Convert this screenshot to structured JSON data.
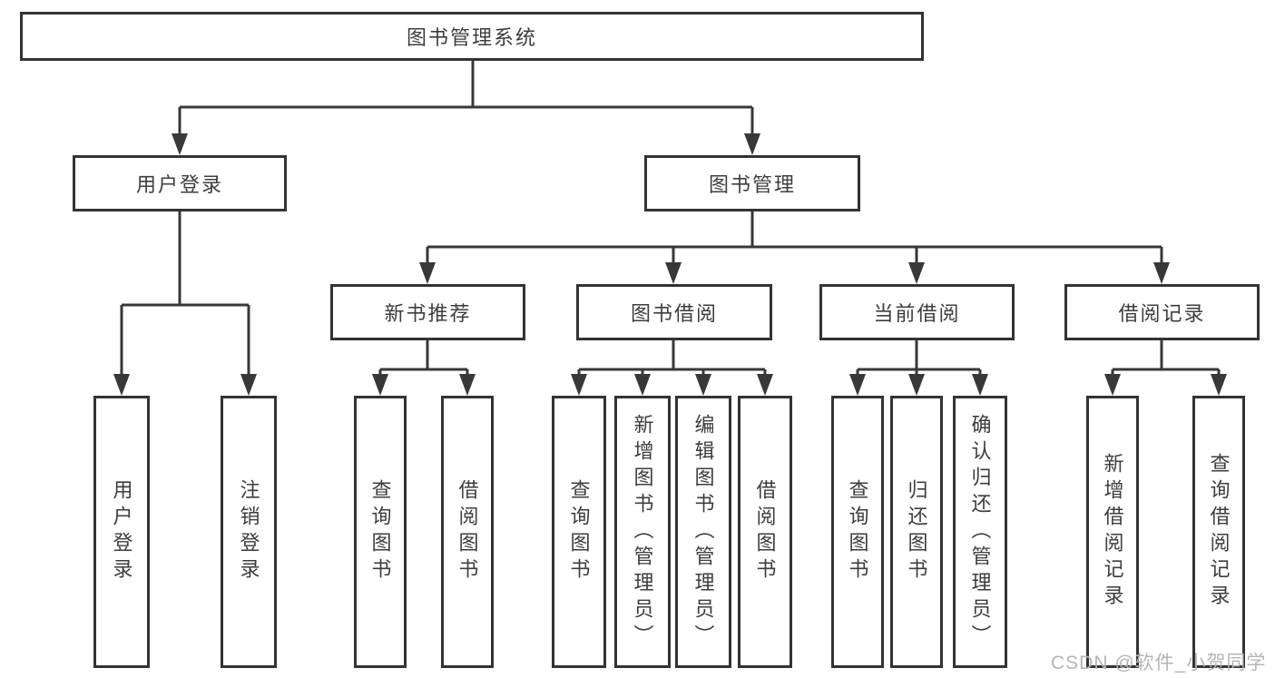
{
  "tree": {
    "root": {
      "label": "图书管理系统",
      "children": [
        {
          "label": "用户登录",
          "children": [
            {
              "label": "用户登录"
            },
            {
              "label": "注销登录"
            }
          ]
        },
        {
          "label": "图书管理",
          "children": [
            {
              "label": "新书推荐",
              "children": [
                {
                  "label": "查询图书"
                },
                {
                  "label": "借阅图书"
                }
              ]
            },
            {
              "label": "图书借阅",
              "children": [
                {
                  "label": "查询图书"
                },
                {
                  "label": "新增图书（管理员）"
                },
                {
                  "label": "编辑图书（管理员）"
                },
                {
                  "label": "借阅图书"
                }
              ]
            },
            {
              "label": "当前借阅",
              "children": [
                {
                  "label": "查询图书"
                },
                {
                  "label": "归还图书"
                },
                {
                  "label": "确认归还（管理员）"
                }
              ]
            },
            {
              "label": "借阅记录",
              "children": [
                {
                  "label": "新增借阅记录"
                },
                {
                  "label": "查询借阅记录"
                }
              ]
            }
          ]
        }
      ]
    }
  },
  "watermark": "CSDN @软件_小贺同学",
  "colors": {
    "line": "#383838",
    "box_border": "#333333",
    "text": "#3d3d3d",
    "watermark": "#b5b5b5",
    "background": "#ffffff"
  }
}
